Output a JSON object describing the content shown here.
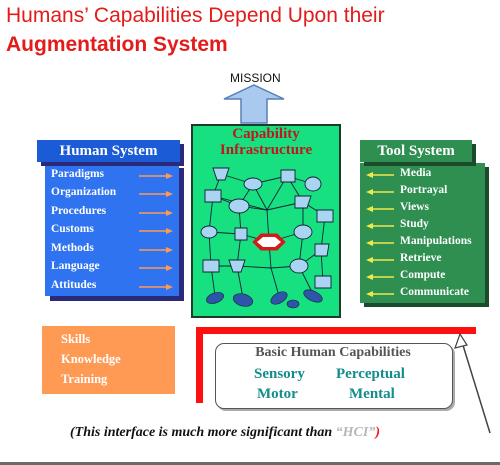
{
  "title": {
    "line1": "Humans’ Capabilities Depend Upon their",
    "line2": "Augmentation System"
  },
  "mission": "MISSION",
  "human_system": {
    "title": "Human System",
    "items": [
      "Paradigms",
      "Organization",
      "Procedures",
      "Customs",
      "Methods",
      "Language",
      "Attitudes"
    ]
  },
  "capability_infrastructure": {
    "title_line1": "Capability",
    "title_line2": "Infrastructure"
  },
  "tool_system": {
    "title": "Tool System",
    "items": [
      "Media",
      "Portrayal",
      "Views",
      "Study",
      "Manipulations",
      "Retrieve",
      "Compute",
      "Communicate"
    ]
  },
  "skills": [
    "Skills",
    "Knowledge",
    "Training"
  ],
  "basic_capabilities": {
    "title": "Basic Human Capabilities",
    "items": [
      "Sensory",
      "Perceptual",
      "Motor",
      "Mental"
    ]
  },
  "footer": {
    "prefix": "(This interface is much more significant than ",
    "hci": "“HCI”",
    "suffix": ")"
  },
  "colors": {
    "title_red": "#e31b1b",
    "human_blue": "#2f73f0",
    "infrastructure_green": "#16e080",
    "tool_green": "#2e8f50",
    "skills_orange": "#ff9a55",
    "bracket_red": "#ff1010",
    "capability_teal": "#138c8c"
  }
}
